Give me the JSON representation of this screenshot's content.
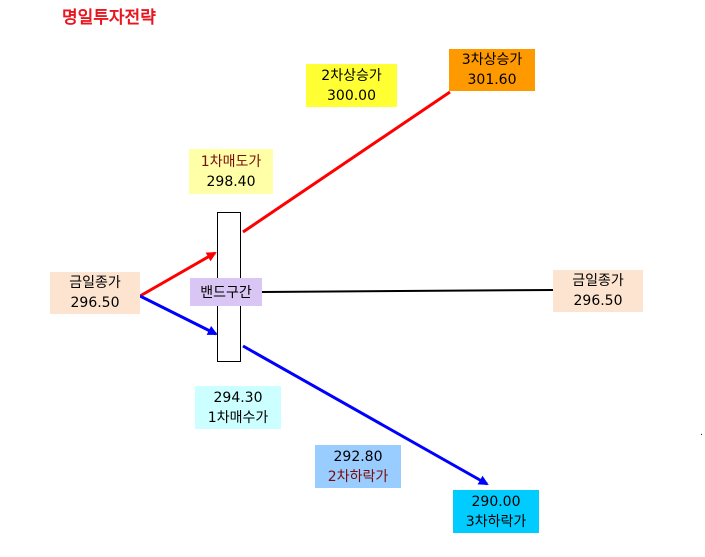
{
  "title": "명일투자전략",
  "colors": {
    "title": "#e8161f",
    "up_line": "#ff0000",
    "down_line": "#0000ff",
    "center_line": "#000000",
    "close_box": "#fce4d0",
    "level1_sell_box": "#ffffa8",
    "level2_up_box": "#ffff33",
    "level3_up_box": "#ff9900",
    "level1_buy_box": "#ccffff",
    "level2_down_box": "#99ccff",
    "level3_down_box": "#00ccff",
    "band_label_box": "#d9c6f5"
  },
  "nodes": {
    "prev_close_left": {
      "label": "금일종가",
      "value": "296.50"
    },
    "prev_close_right": {
      "label": "금일종가",
      "value": "296.50"
    },
    "sell1": {
      "label": "1차매도가",
      "value": "298.40"
    },
    "up2": {
      "label": "2차상승가",
      "value": "300.00"
    },
    "up3": {
      "label": "3차상승가",
      "value": "301.60"
    },
    "buy1": {
      "value": "294.30",
      "label": "1차매수가"
    },
    "down2": {
      "value": "292.80",
      "label": "2차하락가"
    },
    "down3": {
      "value": "290.00",
      "label": "3차하락가"
    }
  },
  "band": {
    "label": "밴드구간"
  },
  "stray_mark": "."
}
